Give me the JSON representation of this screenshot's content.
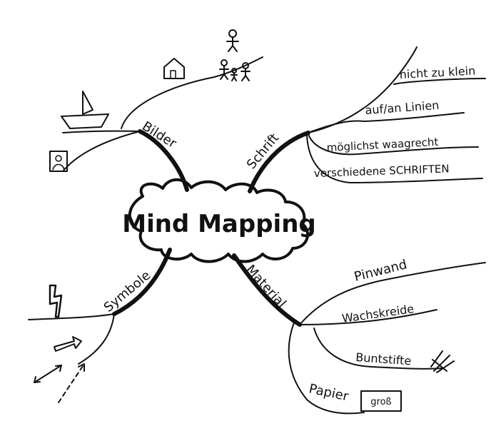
{
  "center": {
    "title": "Mind Mapping"
  },
  "branches": {
    "bilder": {
      "label": "Bilder"
    },
    "schrift": {
      "label": "Schrift",
      "items": [
        "nicht zu klein",
        "auf/an Linien",
        "möglichst waagrecht",
        "verschiedene SCHRIFTEN"
      ]
    },
    "symbole": {
      "label": "Symbole"
    },
    "material": {
      "label": "Material",
      "items": [
        "Pinwand",
        "Wachskreide",
        "Buntstifte",
        "Papier"
      ],
      "papier_box": "groß"
    }
  },
  "colors": {
    "ink": "#111111",
    "background": "#ffffff"
  },
  "icons": [
    "boat-icon",
    "house-icon",
    "people-icon",
    "portrait-icon",
    "lightning-icon",
    "arrows-icon",
    "crayon-icon"
  ]
}
